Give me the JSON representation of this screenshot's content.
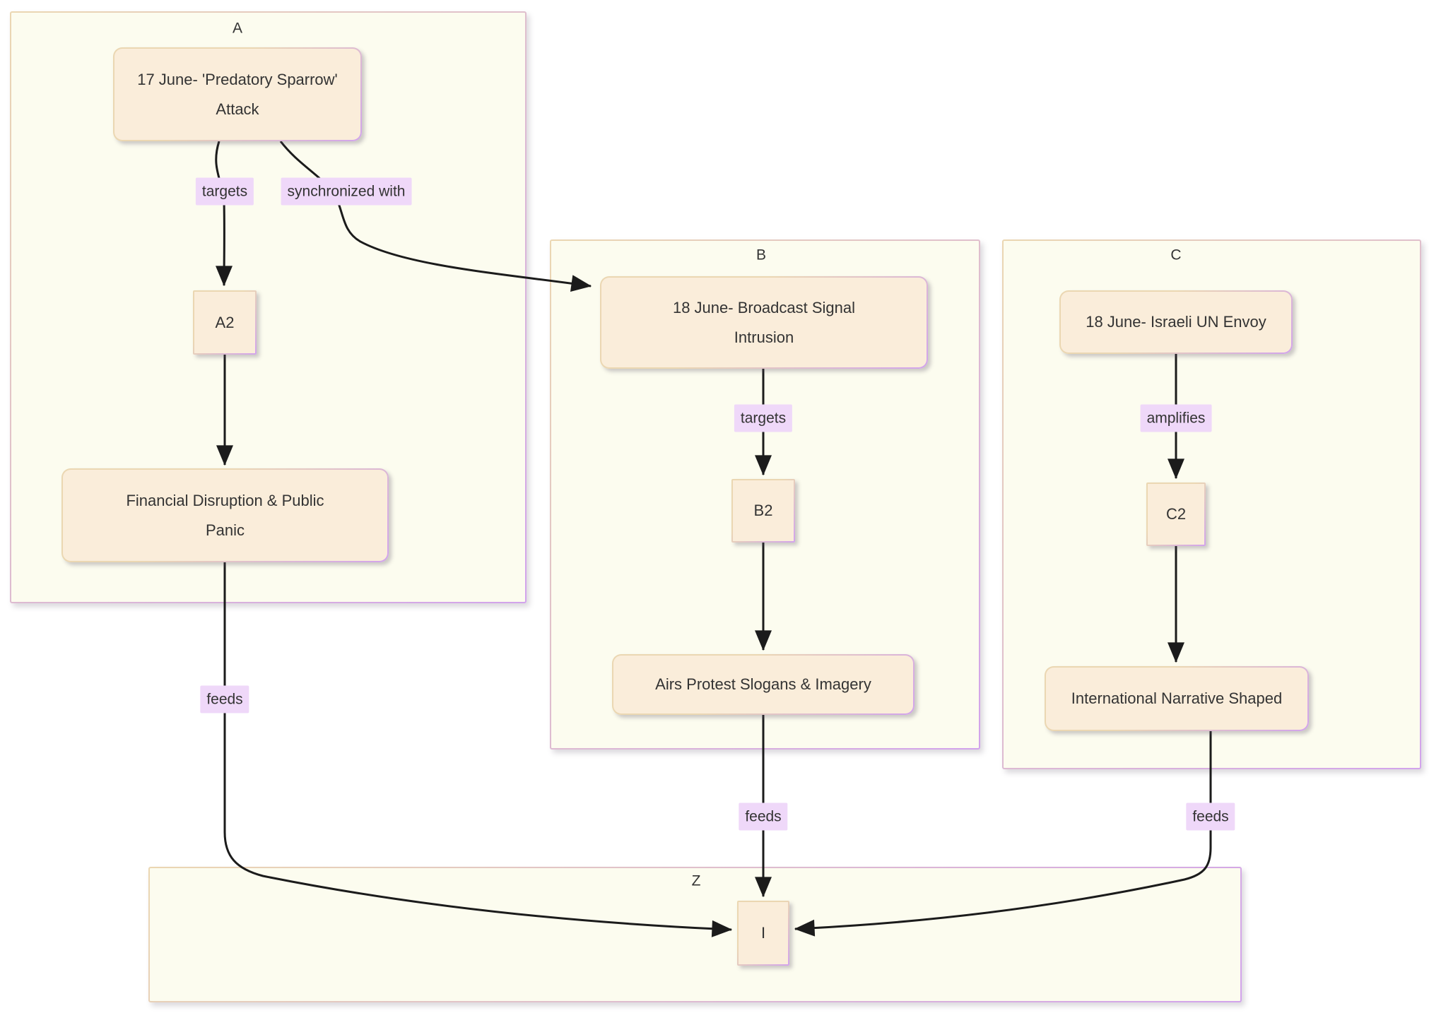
{
  "diagram_type": "flowchart",
  "clusters": {
    "a": {
      "label": "A"
    },
    "b": {
      "label": "B"
    },
    "c": {
      "label": "C"
    },
    "z": {
      "label": "Z"
    }
  },
  "nodes": {
    "a1": {
      "line1": "17 June- 'Predatory Sparrow'",
      "line2": "Attack"
    },
    "a2": {
      "line1": "A2"
    },
    "fin": {
      "line1": "Financial Disruption & Public",
      "line2": "Panic"
    },
    "b1": {
      "line1": "18 June- Broadcast Signal",
      "line2": "Intrusion"
    },
    "b2": {
      "line1": "B2"
    },
    "airs": {
      "line1": "Airs Protest Slogans & Imagery"
    },
    "c1": {
      "line1": "18 June- Israeli UN Envoy"
    },
    "c2": {
      "line1": "C2"
    },
    "intl": {
      "line1": "International Narrative Shaped"
    },
    "i": {
      "line1": "I"
    }
  },
  "edges": [
    {
      "from": "a1",
      "to": "a2",
      "label": "targets"
    },
    {
      "from": "a1",
      "to": "b1",
      "label": "synchronized with"
    },
    {
      "from": "a2",
      "to": "fin",
      "label": ""
    },
    {
      "from": "fin",
      "to": "i",
      "label": "feeds"
    },
    {
      "from": "b1",
      "to": "b2",
      "label": "targets"
    },
    {
      "from": "b2",
      "to": "airs",
      "label": ""
    },
    {
      "from": "airs",
      "to": "i",
      "label": "feeds"
    },
    {
      "from": "c1",
      "to": "c2",
      "label": "amplifies"
    },
    {
      "from": "c2",
      "to": "intl",
      "label": ""
    },
    {
      "from": "intl",
      "to": "i",
      "label": "feeds"
    }
  ],
  "colors": {
    "node_fill": "#FAEDDA",
    "cluster_fill": "#FCFCEF",
    "edge_label_bg": "#EFD8F9",
    "border_tan": "#EBD7B2",
    "border_lavender": "#D2A3EC",
    "text": "#333333",
    "edge_stroke": "#1B1B1B",
    "background": "#FFFFFF"
  }
}
